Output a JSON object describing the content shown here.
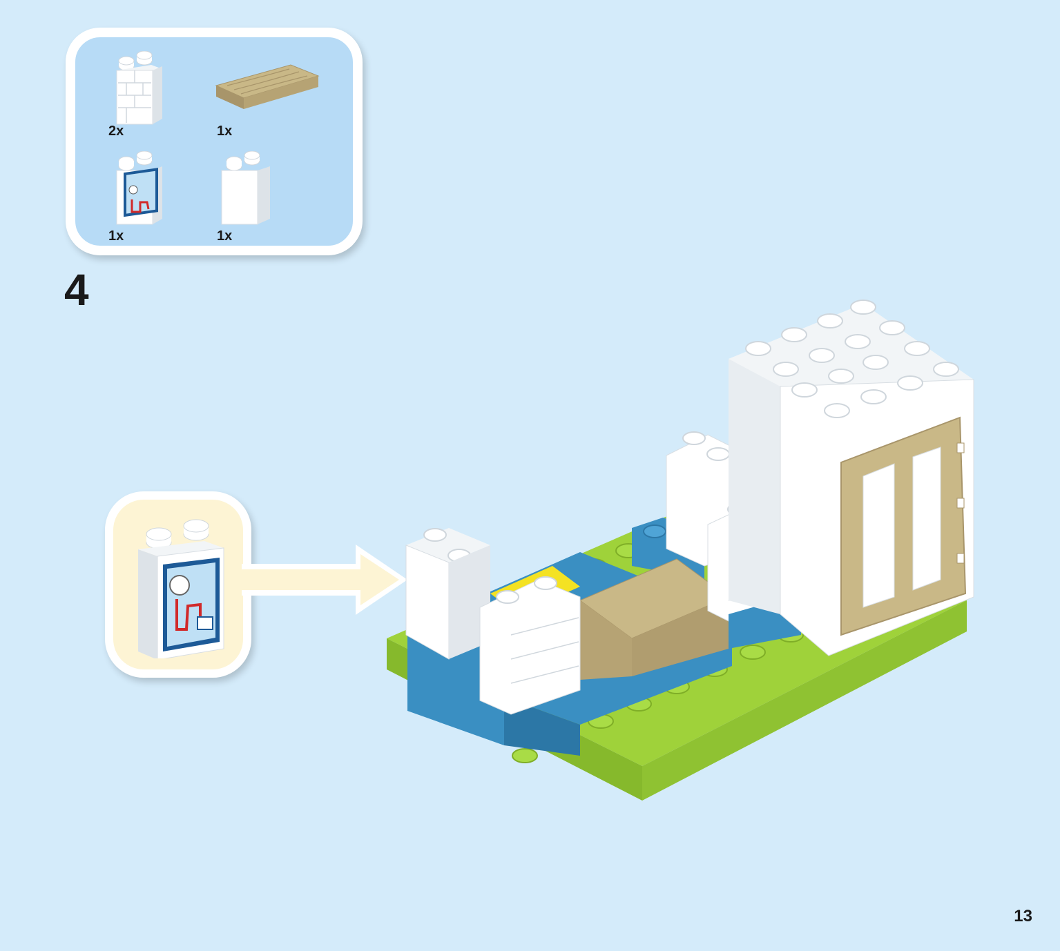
{
  "step": {
    "number": "4"
  },
  "parts_list": [
    {
      "name": "white-2x1x2-brick-pattern",
      "qty": "2x"
    },
    {
      "name": "tan-wood-plate",
      "qty": "1x"
    },
    {
      "name": "white-printed-map-brick",
      "qty": "1x"
    },
    {
      "name": "white-2x1x2-brick",
      "qty": "1x"
    }
  ],
  "page": {
    "number": "13"
  },
  "colors": {
    "background": "#d4ebfa",
    "panel": "#b7dbf6",
    "callout": "#fdf4d4",
    "lime": "#9fd23a",
    "blue": "#3a8fc2",
    "tan": "#b8a57a",
    "white": "#ffffff"
  }
}
